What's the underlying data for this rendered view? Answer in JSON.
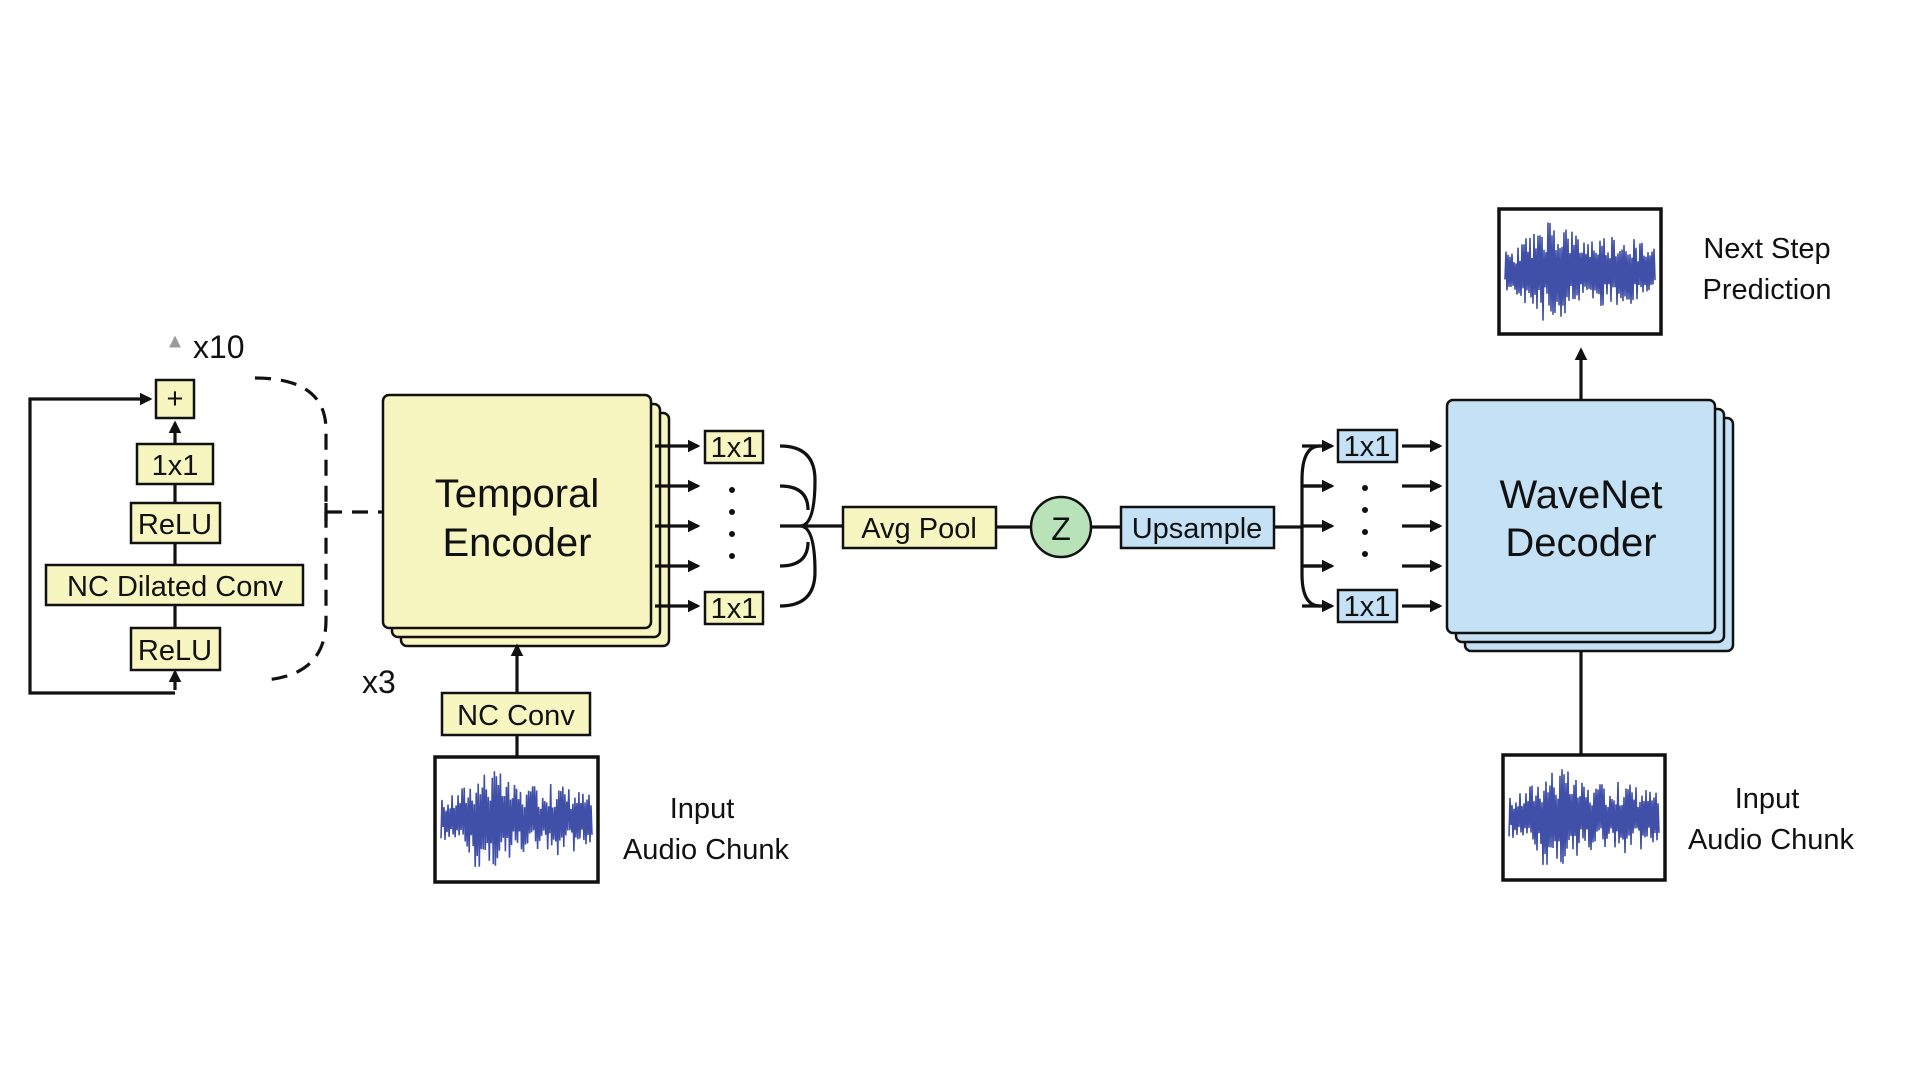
{
  "residual_block": {
    "repeat_label": "x10",
    "plus_label": "+",
    "conv1x1_label": "1x1",
    "relu_top_label": "ReLU",
    "dilated_conv_label": "NC Dilated Conv",
    "relu_bottom_label": "ReLU"
  },
  "encoder": {
    "title_line1": "Temporal",
    "title_line2": "Encoder",
    "stack_label": "x3",
    "output_top_label": "1x1",
    "output_bottom_label": "1x1",
    "input_conv_label": "NC Conv",
    "input_label_line1": "Input",
    "input_label_line2": "Audio Chunk"
  },
  "bottleneck": {
    "avg_pool_label": "Avg Pool",
    "z_label": "Z",
    "upsample_label": "Upsample"
  },
  "decoder": {
    "title_line1": "WaveNet",
    "title_line2": "Decoder",
    "input_top_label": "1x1",
    "input_bottom_label": "1x1",
    "output_label_line1": "Next Step",
    "output_label_line2": "Prediction",
    "input_label_line1": "Input",
    "input_label_line2": "Audio Chunk"
  },
  "colors": {
    "encoder_fill": "#f8f6c0",
    "decoder_fill": "#c5e1f5",
    "latent_fill": "#b8e3b8",
    "waveform": "#4050a8"
  }
}
